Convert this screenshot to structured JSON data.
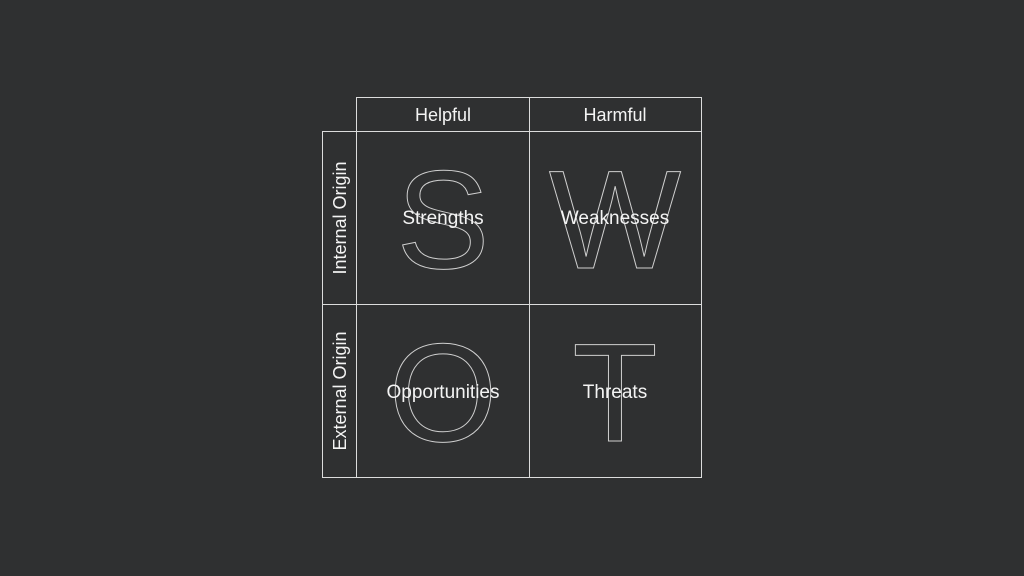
{
  "theme": {
    "background": "#2f3031",
    "line": "#dcdcdc",
    "text": "#f4f4f4",
    "letter": "#d0d0d0"
  },
  "columns": {
    "helpful": "Helpful",
    "harmful": "Harmful"
  },
  "rows": {
    "internal": "Internal Origin",
    "external": "External Origin"
  },
  "quadrants": {
    "strengths": {
      "letter": "S",
      "label": "Strengths"
    },
    "weaknesses": {
      "letter": "W",
      "label": "Weaknesses"
    },
    "opportunities": {
      "letter": "O",
      "label": "Opportunities"
    },
    "threats": {
      "letter": "T",
      "label": "Threats"
    }
  }
}
